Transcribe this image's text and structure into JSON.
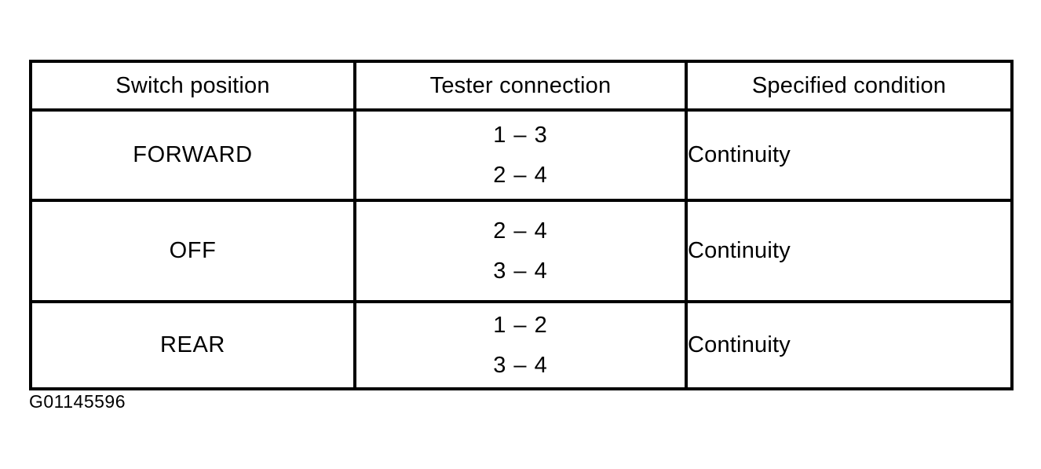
{
  "figure": {
    "caption": "G01145596"
  },
  "table": {
    "headers": [
      {
        "label": "Switch position",
        "name": "switch-position"
      },
      {
        "label": "Tester connection",
        "name": "tester-connection"
      },
      {
        "label": "Specified condition",
        "name": "specified-condition"
      }
    ],
    "rows": [
      {
        "switch_position": "FORWARD",
        "tester_connection": [
          "1 – 3",
          "2 – 4"
        ],
        "specified_condition": "Continuity"
      },
      {
        "switch_position": "OFF",
        "tester_connection": [
          "2 – 4",
          "3 – 4"
        ],
        "specified_condition": "Continuity"
      },
      {
        "switch_position": "REAR",
        "tester_connection": [
          "1 – 2",
          "3 – 4"
        ],
        "specified_condition": "Continuity"
      }
    ]
  },
  "style": {
    "border_color": "#000000",
    "background_color": "#ffffff",
    "text_color": "#000000"
  }
}
